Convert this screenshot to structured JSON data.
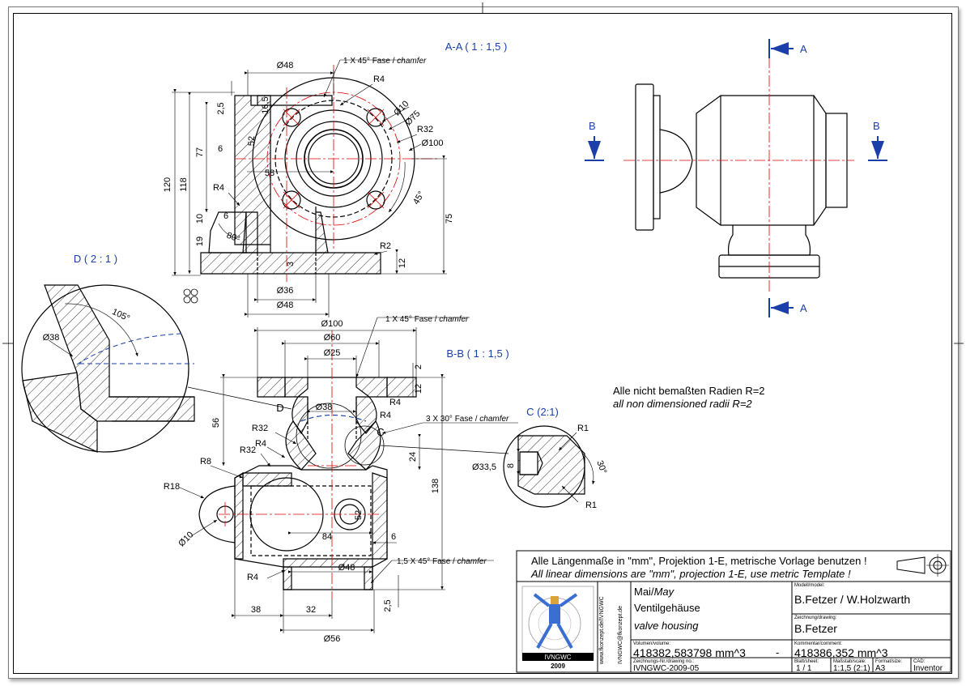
{
  "views": {
    "aa": "A-A ( 1 : 1,5 )",
    "bb": "B-B ( 1 : 1,5 )",
    "d": "D ( 2 : 1 )",
    "c": "C (2:1)"
  },
  "section_marks": {
    "a_top": "A",
    "a_bottom": "A",
    "b_left": "B",
    "b_right": "B",
    "d": "D",
    "c": "C"
  },
  "dims_aa": {
    "d48_top": "Ø48",
    "chamfer": "1 X 45° Fase / ",
    "chamfer_en": "chamfer",
    "r4_top": "R4",
    "d10": "Ø10",
    "d75": "Ø75",
    "r32": "R32",
    "d100": "Ø100",
    "v2_5": "2,5",
    "v16_5": "16,5",
    "v52": "52",
    "v77": "77",
    "v120": "120",
    "v118": "118",
    "h6": "6",
    "h58": "58",
    "r4_left": "R4",
    "h6b": "6",
    "v10": "10",
    "v19": "19",
    "a80": "80°",
    "v3": "3",
    "a45": "45°",
    "v75": "75",
    "r2": "R2",
    "v12": "12",
    "d36": "Ø36",
    "d48_bot": "Ø48"
  },
  "dims_d": {
    "d38": "Ø38",
    "a105": "105°"
  },
  "dims_bb": {
    "d100": "Ø100",
    "chamfer": "1 X 45° Fase / ",
    "chamfer_en": "chamfer",
    "d60": "Ø60",
    "d25": "Ø25",
    "v2": "2",
    "v12": "12",
    "r4a": "R4",
    "d38": "Ø38",
    "r4b": "R4",
    "v56": "56",
    "chamfer3": "3 X 30° Fase / ",
    "chamfer3_en": "chamfer",
    "r32a": "R32",
    "r4c": "R4",
    "r32b": "R32",
    "v24": "24",
    "v138": "138",
    "r8": "R8",
    "r18": "R18",
    "d10": "Ø10",
    "v52": "52",
    "h84": "84",
    "h6": "6",
    "chamfer15": "1,5 X 45° Fase / ",
    "chamfer15_en": "chamfer",
    "d48": "Ø48",
    "r4d": "R4",
    "h38": "38",
    "h32": "32",
    "v2_5": "2,5",
    "d56": "Ø56"
  },
  "dims_c": {
    "r1a": "R1",
    "d33_5": "Ø33,5",
    "v8": "8",
    "a30": "30°",
    "r1b": "R1"
  },
  "notes": {
    "radii_de": "Alle nicht bemaßten Radien R=2",
    "radii_en": "all non dimensioned radii R=2"
  },
  "title_block": {
    "header_de": "Alle Längenmaße in \"mm\", Projektion 1-E, metrische Vorlage benutzen !",
    "header_en": "All linear dimensions are \"mm\", projection 1-E, use metric Template !",
    "vert_url": "www.fkonzept.de/IVNGWC",
    "vert_mail": "IVNGWC@fkonzept.de",
    "logo_label": "IVNGWC",
    "logo_year": "2009",
    "date": "Mai/",
    "date_en": "May",
    "name_de": "Ventilgehäuse",
    "name_en": "valve housing",
    "model_label": "Modell/model:",
    "model_value": "B.Fetzer / W.Holzwarth",
    "drawing_label": "Zeichnung/drawing:",
    "drawing_value": "B.Fetzer",
    "volume_label": "Volumen/volume:",
    "volume_value": "418382,583798 mm^3",
    "volume_dash": "-",
    "comment_label": "Kommentar/comment:",
    "comment_value": "418386,352 mm^3",
    "drawing_no_label": "Zeichnungs-Nr./drawing no.:",
    "drawing_no_value": "IVNGWC-2009-05",
    "sheet_label": "Blatt/sheet:",
    "sheet_value": "1 / 1",
    "scale_label": "Maßstab/scale:",
    "scale_value": "1:1,5 (2:1)",
    "format_label": "Format/size:",
    "format_value": "A3",
    "cad_label": "CAD:",
    "cad_value": "Inventor"
  }
}
